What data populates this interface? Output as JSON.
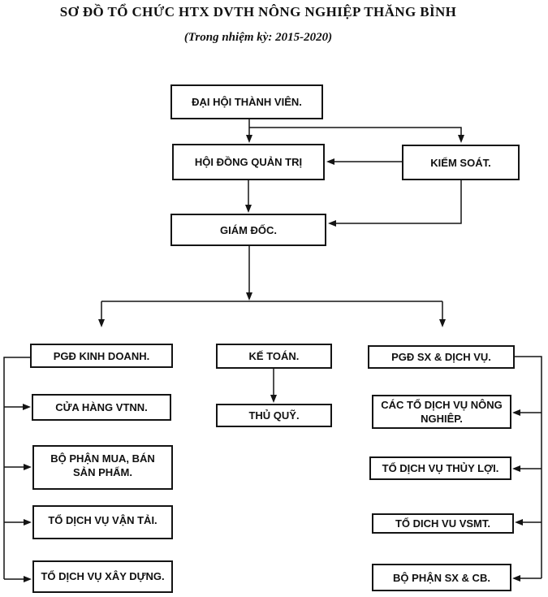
{
  "page": {
    "title": "SƠ ĐỒ TỔ CHỨC HTX DVTH NÔNG NGHIỆP THĂNG BÌNH",
    "subtitle": "(Trong nhiệm kỳ: 2015-2020)"
  },
  "colors": {
    "line": "#141414",
    "text": "#111111",
    "background": "#ffffff"
  },
  "nodes": {
    "dai_hoi_thanh_vien": {
      "label": "ĐẠI HỘI THÀNH VIÊN."
    },
    "hoi_dong_quan_tri": {
      "label": "HỘI ĐỒNG QUẢN TRỊ"
    },
    "kiem_soat": {
      "label": "KIỂM SOÁT."
    },
    "giam_doc": {
      "label": "GIÁM ĐỐC."
    },
    "pgd_kinh_doanh": {
      "label": "PGĐ KINH DOANH."
    },
    "ke_toan": {
      "label": "KẾ TOÁN."
    },
    "pgd_sx_dich_vu": {
      "label": "PGĐ SX & DỊCH VỤ."
    },
    "cua_hang_vtnn": {
      "label": "CỬA HÀNG VTNN."
    },
    "bo_phan_mua_ban_san_pham": {
      "label": "BỘ PHẬN MUA, BÁN SẢN PHẨM."
    },
    "to_dich_vu_van_tai": {
      "label": "TỔ DỊCH VỤ VẬN TẢI."
    },
    "to_dich_vu_xay_dung": {
      "label": "TỔ DỊCH VỤ XÂY DỰNG."
    },
    "thu_quy": {
      "label": "THỦ QUỸ."
    },
    "cac_to_dich_vu_nong_nghiep": {
      "label": "CÁC TỔ DỊCH VỤ NÔNG NGHIÊP."
    },
    "to_dich_vu_thuy_loi": {
      "label": "TỔ DỊCH VỤ THỦY LỢI."
    },
    "to_dich_vu_vsmt": {
      "label": "TỔ DICH VU VSMT."
    },
    "bo_phan_sx_cb": {
      "label": "BỘ PHẬN SX & CB."
    }
  },
  "edges": [
    {
      "from": "dai_hoi_thanh_vien",
      "to": "hoi_dong_quan_tri"
    },
    {
      "from": "dai_hoi_thanh_vien",
      "to": "kiem_soat"
    },
    {
      "from": "kiem_soat",
      "to": "hoi_dong_quan_tri"
    },
    {
      "from": "hoi_dong_quan_tri",
      "to": "giam_doc"
    },
    {
      "from": "kiem_soat",
      "to": "giam_doc"
    },
    {
      "from": "giam_doc",
      "to": "pgd_kinh_doanh"
    },
    {
      "from": "giam_doc",
      "to": "pgd_sx_dich_vu"
    },
    {
      "from": "ke_toan",
      "to": "thu_quy"
    },
    {
      "from": "pgd_kinh_doanh",
      "to": "cua_hang_vtnn"
    },
    {
      "from": "pgd_kinh_doanh",
      "to": "bo_phan_mua_ban_san_pham"
    },
    {
      "from": "pgd_kinh_doanh",
      "to": "to_dich_vu_van_tai"
    },
    {
      "from": "pgd_kinh_doanh",
      "to": "to_dich_vu_xay_dung"
    },
    {
      "from": "pgd_sx_dich_vu",
      "to": "cac_to_dich_vu_nong_nghiep"
    },
    {
      "from": "pgd_sx_dich_vu",
      "to": "to_dich_vu_thuy_loi"
    },
    {
      "from": "pgd_sx_dich_vu",
      "to": "to_dich_vu_vsmt"
    },
    {
      "from": "pgd_sx_dich_vu",
      "to": "bo_phan_sx_cb"
    }
  ]
}
